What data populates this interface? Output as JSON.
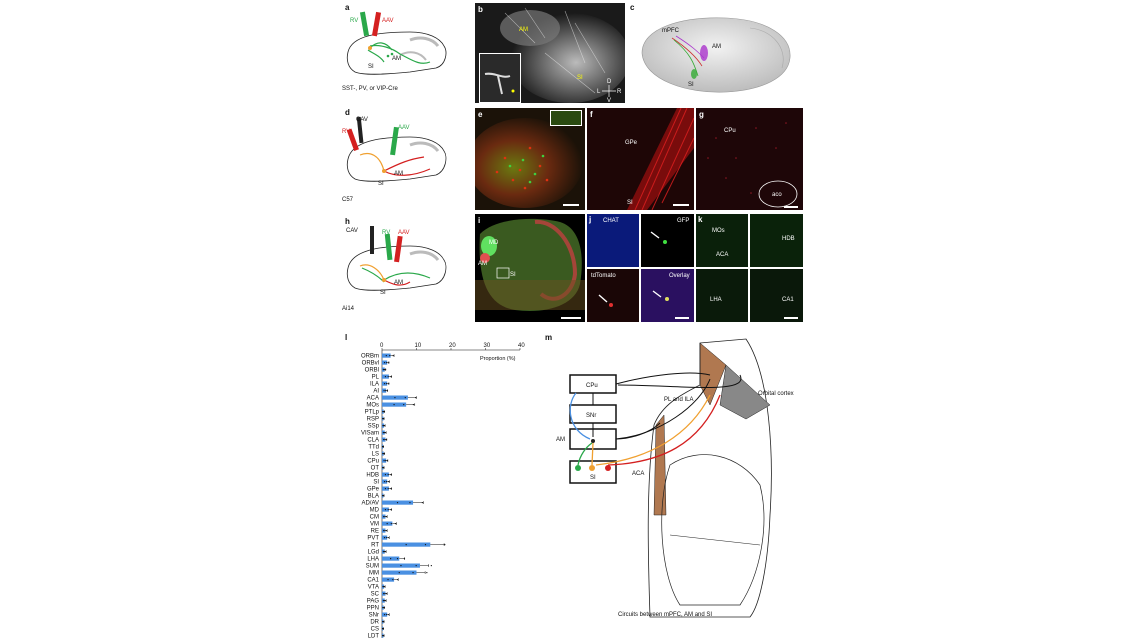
{
  "panel_letters": {
    "a": "a",
    "b": "b",
    "c": "c",
    "d": "d",
    "e": "e",
    "f": "f",
    "g": "g",
    "h": "h",
    "i": "i",
    "j": "j",
    "k": "k",
    "l": "l",
    "m": "m"
  },
  "panel_a": {
    "rv": "RV",
    "aav": "AAV",
    "am": "AM",
    "si": "SI",
    "caption": "SST-, PV, or VIP-Cre"
  },
  "panel_b": {
    "am": "AM",
    "si": "SI",
    "d": "D",
    "v": "V",
    "l": "L",
    "r": "R"
  },
  "panel_c": {
    "mpfc": "mPFC",
    "am": "AM",
    "si": "SI"
  },
  "panel_d": {
    "cav": "CAV",
    "rv": "RV",
    "aav": "AAV",
    "am": "AM",
    "si": "SI",
    "caption": "C57"
  },
  "panel_f": {
    "gpe": "GPe",
    "si": "SI"
  },
  "panel_g": {
    "cpu": "CPu",
    "aco": "aco"
  },
  "panel_h": {
    "cav": "CAV",
    "rv": "RV",
    "aav": "AAV",
    "am": "AM",
    "si": "SI",
    "caption": "Ai14"
  },
  "panel_i": {
    "md": "MD",
    "am": "AM",
    "si": "SI"
  },
  "panel_j": {
    "chat": "CHAT",
    "gfp": "GFP",
    "tdtomato": "tdTomato",
    "overlay": "Overlay"
  },
  "panel_k": {
    "mos": "MOs",
    "aca": "ACA",
    "hdb": "HDB",
    "lha": "LHA",
    "ca1": "CA1"
  },
  "panel_m": {
    "cpu": "CPu",
    "snr": "SNr",
    "am": "AM",
    "si": "SI",
    "pl_ila": "PL and ILA",
    "orbital": "Orbital cortex",
    "aca": "ACA",
    "caption": "Circuits between mPFC, AM and SI"
  },
  "colors": {
    "bar": "#4a90e2",
    "red": "#d42020",
    "green": "#2aa84a",
    "orange": "#f0a030",
    "brown": "#b07850"
  },
  "chart_data": {
    "type": "bar",
    "orientation": "horizontal",
    "xlabel": "Proportion (%)",
    "xticks": [
      "0",
      "10",
      "20",
      "30",
      "40"
    ],
    "xlim": [
      0,
      40
    ],
    "categories": [
      "ORBm",
      "ORBvl",
      "ORBl",
      "PL",
      "ILA",
      "AI",
      "ACA",
      "MOs",
      "PTLp",
      "RSP",
      "SSp",
      "VISam",
      "CLA",
      "TTd",
      "LS",
      "CPu",
      "OT",
      "HDB",
      "SI",
      "GPe",
      "BLA",
      "AD/AV",
      "MD",
      "CM",
      "VM",
      "RE",
      "PVT",
      "RT",
      "LGd",
      "LHA",
      "SUM",
      "MM",
      "CA1",
      "VTA",
      "SC",
      "PAG",
      "PPN",
      "SNr",
      "DR",
      "CS",
      "LDT"
    ],
    "values": [
      2.5,
      1.5,
      0.8,
      2.0,
      1.5,
      1.2,
      7.5,
      7.0,
      0.5,
      0.4,
      0.6,
      0.8,
      1.0,
      0.3,
      0.5,
      1.2,
      0.4,
      2.0,
      1.5,
      2.0,
      0.4,
      9.0,
      2.0,
      1.0,
      3.0,
      1.0,
      1.5,
      14.0,
      0.8,
      5.0,
      11.0,
      10.0,
      3.5,
      0.6,
      1.0,
      0.8,
      0.5,
      1.5,
      0.4,
      0.3,
      0.4
    ],
    "errors": [
      1.0,
      0.5,
      0.3,
      0.8,
      0.5,
      0.4,
      2.5,
      2.5,
      0.3,
      0.2,
      0.3,
      0.4,
      0.4,
      0.2,
      0.3,
      0.5,
      0.2,
      0.8,
      0.7,
      0.8,
      0.2,
      3.0,
      0.8,
      0.5,
      1.2,
      0.5,
      0.6,
      4.0,
      0.4,
      1.5,
      2.5,
      2.5,
      1.2,
      0.3,
      0.5,
      0.4,
      0.3,
      0.6,
      0.2,
      0.2,
      0.2
    ]
  }
}
